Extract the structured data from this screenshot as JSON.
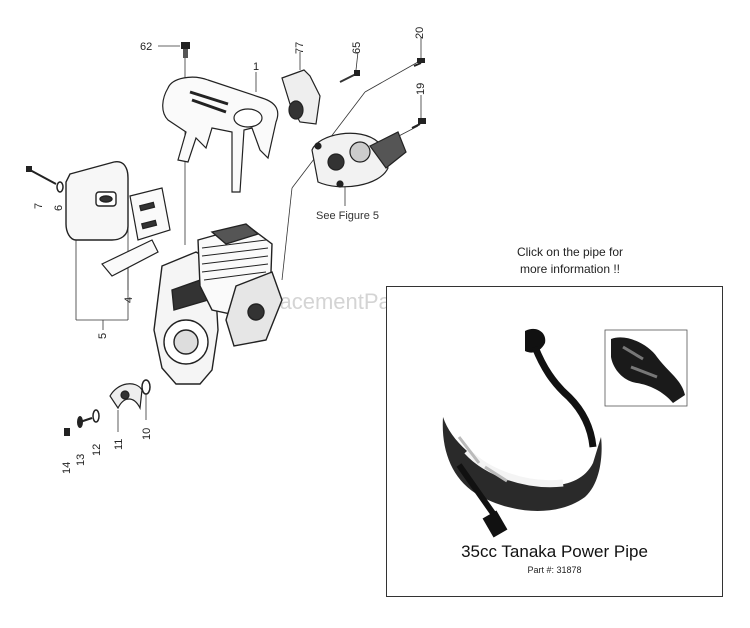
{
  "diagram": {
    "callouts": {
      "n1": "1",
      "n4": "4",
      "n5": "5",
      "n6": "6",
      "n7": "7",
      "n10": "10",
      "n11": "11",
      "n12": "12",
      "n13": "13",
      "n14": "14",
      "n19": "19",
      "n20": "20",
      "n62": "62",
      "n65": "65",
      "n77": "77"
    },
    "see_figure": "See Figure 5",
    "watermark": "eReplacementParts.com"
  },
  "info": {
    "line1": "Click on the pipe for",
    "line2": "more information !!"
  },
  "pipe_panel": {
    "title": "35cc Tanaka Power Pipe",
    "part_number": "Part #: 31878"
  }
}
